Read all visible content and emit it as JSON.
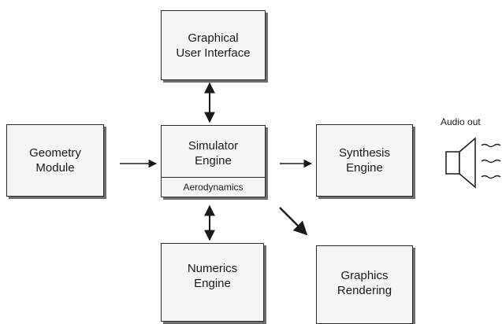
{
  "diagram": {
    "boxes": {
      "gui": {
        "line1": "Graphical",
        "line2": "User Interface"
      },
      "geometry": {
        "line1": "Geometry",
        "line2": "Module"
      },
      "simulator": {
        "line1": "Simulator",
        "line2": "Engine",
        "sub": "Aerodynamics"
      },
      "synthesis": {
        "line1": "Synthesis",
        "line2": "Engine"
      },
      "numerics": {
        "line1": "Numerics",
        "line2": "Engine"
      },
      "graphics": {
        "line1": "Graphics",
        "line2": "Rendering"
      }
    },
    "audio_label": "Audio out",
    "icons": {
      "speaker": "speaker-icon",
      "sound_waves": "sound-waves-icon"
    },
    "colors": {
      "box_fill": "#f5f5f5",
      "box_border": "#2a2a2a",
      "box_shadow": "#6e6e6e",
      "arrow": "#1a1a1a"
    }
  }
}
